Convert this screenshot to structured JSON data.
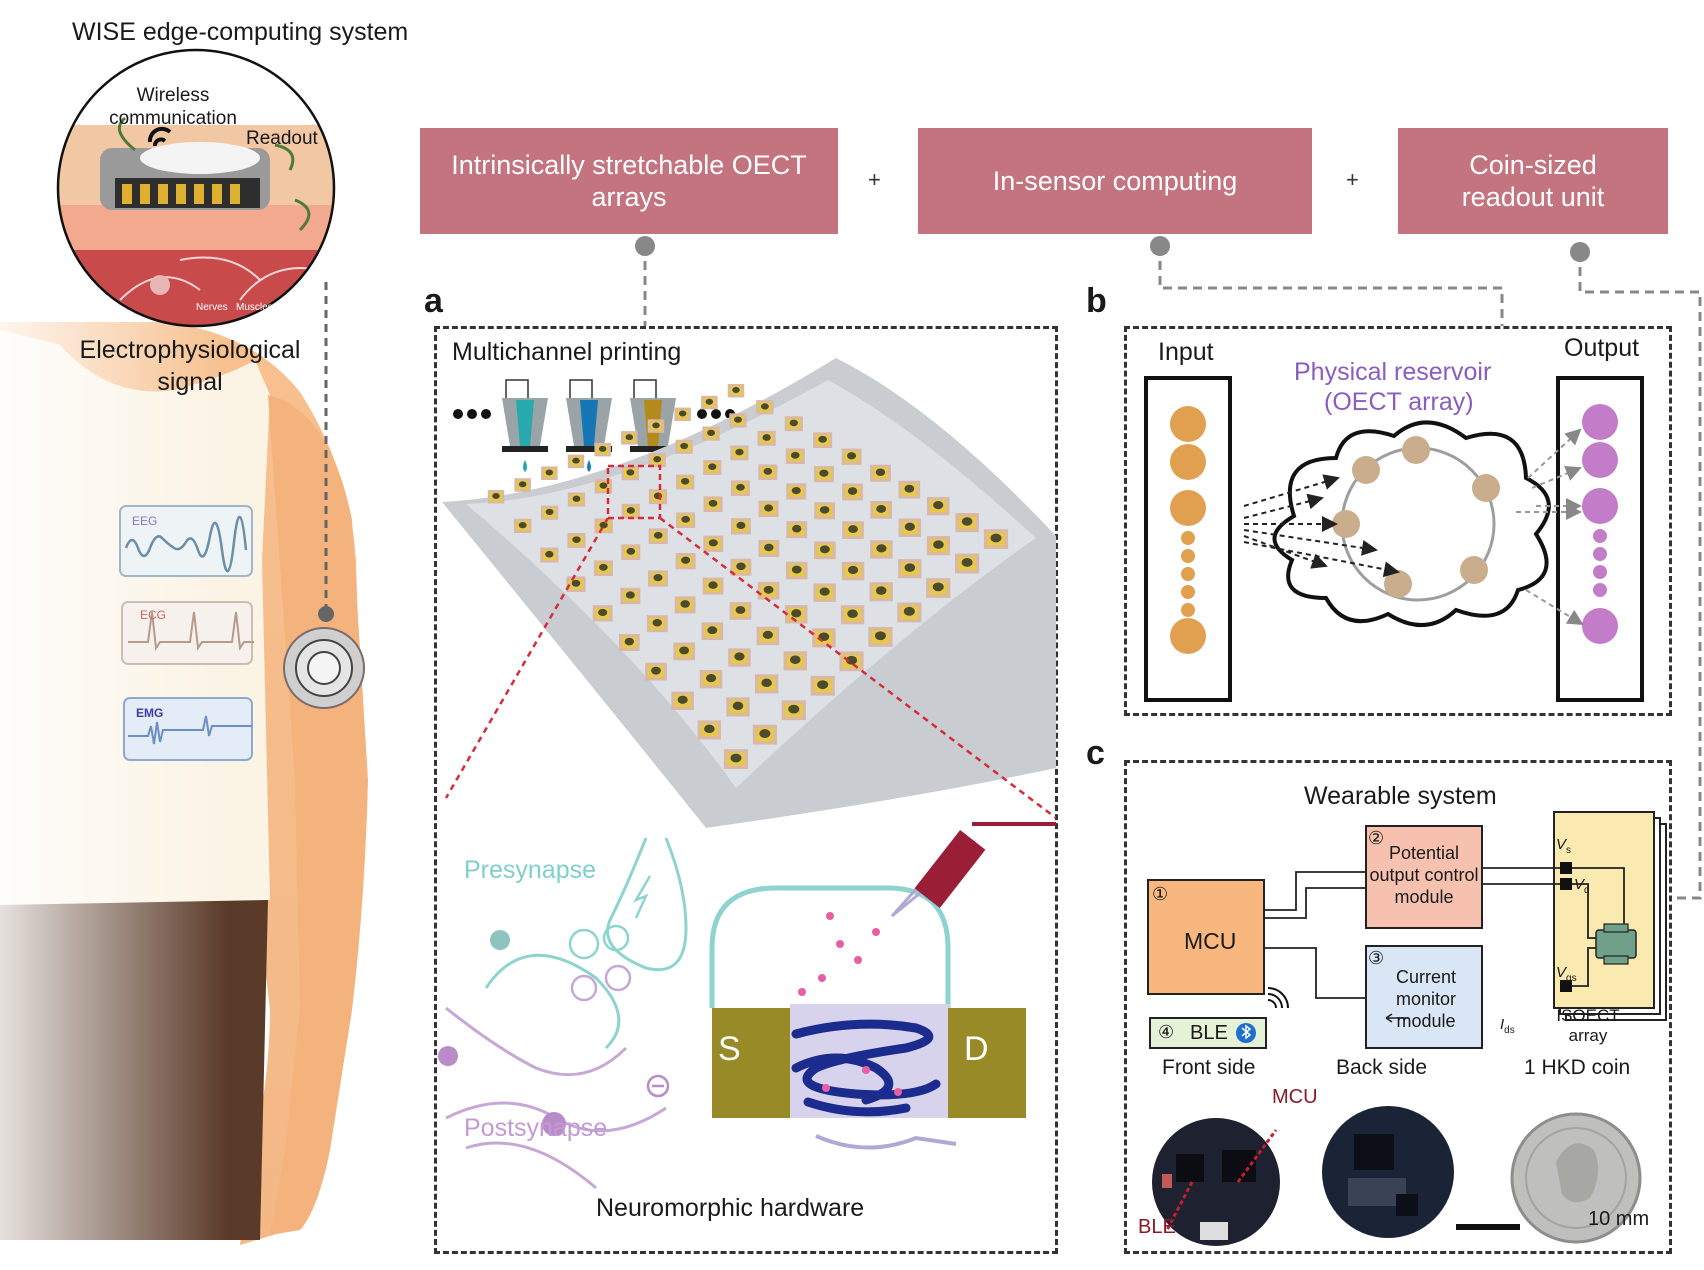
{
  "left": {
    "system_title": "WISE edge-computing system",
    "wireless_label": "Wireless communication",
    "readout_label": "Readout",
    "nerves_label": "Nerves",
    "muscles_label": "Muscles",
    "signal_label": "Electrophysiological signal",
    "signals": [
      "EEG",
      "ECG",
      "EMG"
    ]
  },
  "banners": [
    "Intrinsically stretchable OECT arrays",
    "In-sensor computing",
    "Coin-sized readout unit"
  ],
  "plus_sign": "+",
  "panel_a": {
    "label": "a",
    "printing_title": "Multichannel printing",
    "presynapse": "Presynapse",
    "postsynapse": "Postsynapse",
    "source": "S",
    "drain": "D",
    "caption": "Neuromorphic hardware"
  },
  "panel_b": {
    "label": "b",
    "input": "Input",
    "output": "Output",
    "reservoir_line1": "Physical reservoir",
    "reservoir_line2": "(OECT array)"
  },
  "panel_c": {
    "label": "c",
    "title": "Wearable system",
    "mcu_num": "①",
    "mcu": "MCU",
    "pocm_num": "②",
    "pocm": "Potential output control module",
    "cmm_num": "③",
    "cmm": "Current monitor module",
    "ble_num": "④",
    "ble": "BLE",
    "vs": "V",
    "vs_sub": "s",
    "vd": "V",
    "vd_sub": "d",
    "vgs": "V",
    "vgs_sub": "gs",
    "ids": "I",
    "ids_sub": "ds",
    "isoect": "ISOECT array",
    "front_side": "Front side",
    "back_side": "Back side",
    "coin": "1 HKD coin",
    "mcu_tag": "MCU",
    "ble_tag": "BLE",
    "scale": "10 mm"
  },
  "colors": {
    "banner": "#c4747f",
    "input_node": "#e0a050",
    "output_node": "#c37dc8",
    "reservoir_node": "#c9ad8c",
    "reservoir_text": "#8a5cc0",
    "mcu_box": "#f7b77e",
    "pocm_box": "#f6c1ae",
    "cmm_box": "#d8e6f5",
    "isoect_box": "#fbeab0",
    "electrode": "#9a8a2a",
    "polymer": "#1b2c8e"
  }
}
